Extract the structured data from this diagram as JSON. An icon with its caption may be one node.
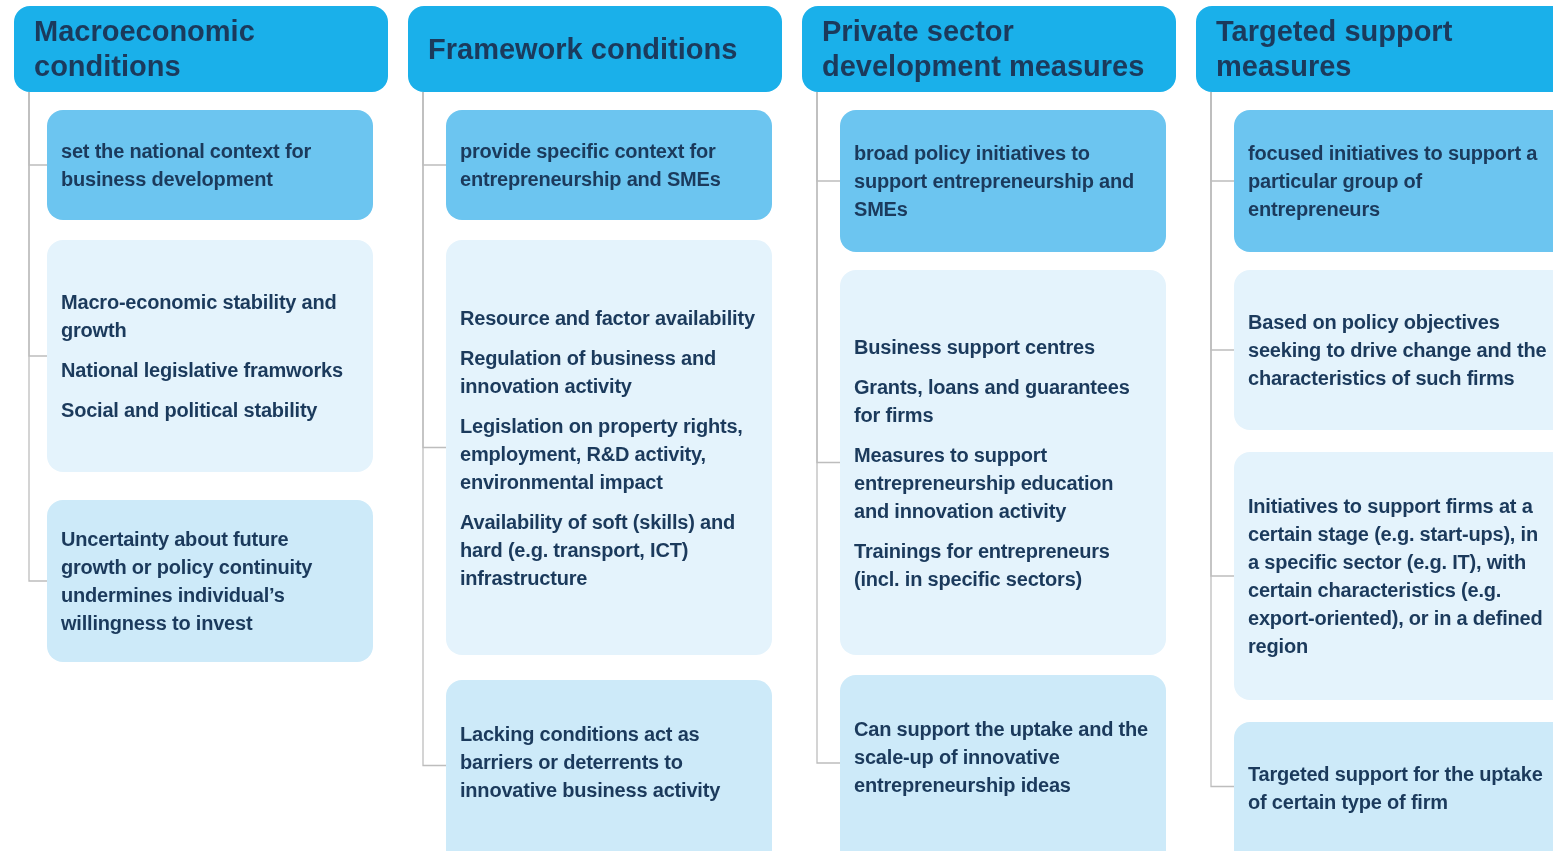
{
  "diagram": {
    "nodes": [
      {
        "text": [
          "Macroeconomic conditions"
        ]
      },
      {
        "text": [
          "set the national context for business development"
        ]
      },
      {
        "text": [
          "Macro-economic stability and growth",
          "National legislative framworks",
          "Social and political stability"
        ]
      },
      {
        "text": [
          "Uncertainty about future growth or policy continuity undermines individual’s willingness to invest"
        ]
      },
      {
        "text": [
          "Framework conditions"
        ]
      },
      {
        "text": [
          "provide specific context for entrepreneurship and SMEs"
        ]
      },
      {
        "text": [
          "Resource and factor availability",
          "Regulation of business and innovation activity",
          "Legislation on property rights, employment, R&D activity, environmental impact",
          "Availability of soft (skills) and hard (e.g. transport, ICT) infrastructure"
        ]
      },
      {
        "text": [
          "Lacking conditions act as barriers or deterrents to innovative business activity"
        ]
      },
      {
        "text": [
          "Private sector development measures"
        ]
      },
      {
        "text": [
          "broad policy initiatives to support entrepreneurship and SMEs"
        ]
      },
      {
        "text": [
          "Business support centres",
          "Grants, loans and guarantees for firms",
          "Measures to support entrepreneurship education and innovation activity",
          "Trainings for entrepreneurs (incl. in specific sectors)"
        ]
      },
      {
        "text": [
          "Can support the uptake and the scale-up of innovative entrepreneurship ideas"
        ]
      },
      {
        "text": [
          "Targeted support measures"
        ]
      },
      {
        "text": [
          "focused initiatives to support a particular group of entrepreneurs"
        ]
      },
      {
        "text": [
          "Based on policy objectives seeking to drive change and the characteristics of such firms"
        ]
      },
      {
        "text": [
          "Initiatives to support firms at a certain stage (e.g. start-ups), in a specific sector (e.g. IT), with certain characteristics (e.g. export-oriented), or in a defined region"
        ]
      },
      {
        "text": [
          "Targeted support for the uptake of certain type of firm"
        ]
      }
    ],
    "edges": [
      {
        "from": 0,
        "to": 1,
        "arrow": "none"
      },
      {
        "from": 0,
        "to": 2,
        "arrow": "none"
      },
      {
        "from": 0,
        "to": 3,
        "arrow": "none"
      },
      {
        "from": 4,
        "to": 5,
        "arrow": "none"
      },
      {
        "from": 4,
        "to": 6,
        "arrow": "none"
      },
      {
        "from": 4,
        "to": 7,
        "arrow": "none"
      },
      {
        "from": 8,
        "to": 9,
        "arrow": "none"
      },
      {
        "from": 8,
        "to": 10,
        "arrow": "none"
      },
      {
        "from": 8,
        "to": 11,
        "arrow": "none"
      },
      {
        "from": 12,
        "to": 13,
        "arrow": "none"
      },
      {
        "from": 12,
        "to": 14,
        "arrow": "none"
      },
      {
        "from": 12,
        "to": 15,
        "arrow": "none"
      },
      {
        "from": 12,
        "to": 16,
        "arrow": "none"
      }
    ]
  }
}
